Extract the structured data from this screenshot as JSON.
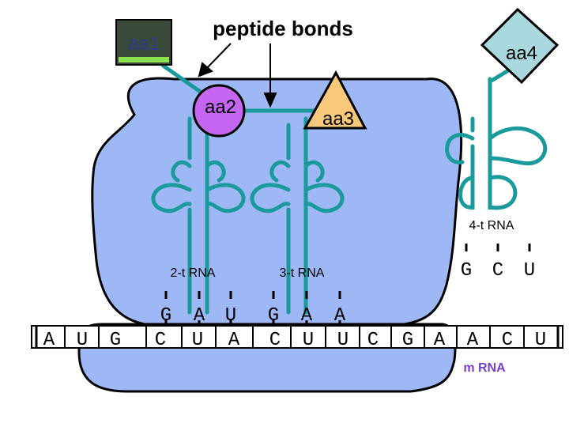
{
  "labels": {
    "peptide_bonds": "peptide bonds",
    "aa1": "aa1",
    "aa2": "aa2",
    "aa3": "aa3",
    "aa4": "aa4",
    "trna2": "2-t RNA",
    "trna3": "3-t RNA",
    "trna4": "4-t RNA",
    "mrna": "m RNA"
  },
  "anticodons": {
    "trna2": [
      "G",
      "A",
      "U"
    ],
    "trna3": [
      "G",
      "A",
      "A"
    ],
    "trna4": [
      "G",
      "C",
      "U"
    ]
  },
  "mrna_bases": [
    "A",
    "U",
    "G",
    "C",
    "U",
    "A",
    "C",
    "U",
    "U",
    "C",
    "G",
    "A",
    "A",
    "C",
    "U"
  ],
  "colors": {
    "ribosome": "#9db8f5",
    "trna": "#1a9a9a",
    "aa1": "#3a4a3a",
    "aa1_text": "#2e3a8a",
    "aa1_bar": "#8be04e",
    "aa2": "#c566f2",
    "aa3": "#f8c97a",
    "aa4": "#a9d9df",
    "mrna_label": "#7a3fc9"
  }
}
